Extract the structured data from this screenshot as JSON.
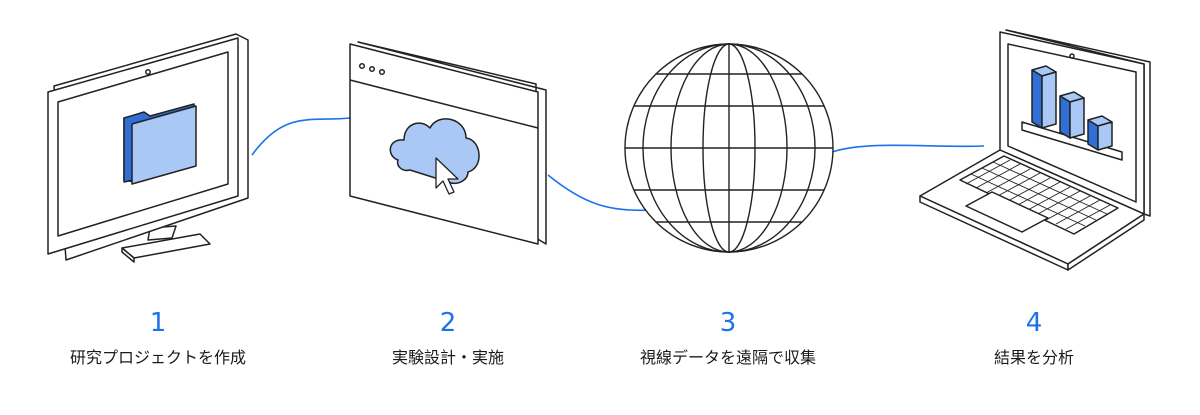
{
  "steps": [
    {
      "number": "1",
      "label": "研究プロジェクトを作成",
      "icon": "desktop-monitor-folder-icon"
    },
    {
      "number": "2",
      "label": "実験設計・実施",
      "icon": "browser-window-cloud-upload-icon"
    },
    {
      "number": "3",
      "label": "視線データを遠隔で収集",
      "icon": "globe-icon"
    },
    {
      "number": "4",
      "label": "結果を分析",
      "icon": "laptop-bar-chart-icon"
    }
  ],
  "colors": {
    "accent": "#1a73e8",
    "connector": "#1a73e8",
    "icon_fill_light": "#a9c8f5",
    "icon_fill_dark": "#2f6fd6",
    "outline": "#222222",
    "text": "#1a1a1a"
  }
}
